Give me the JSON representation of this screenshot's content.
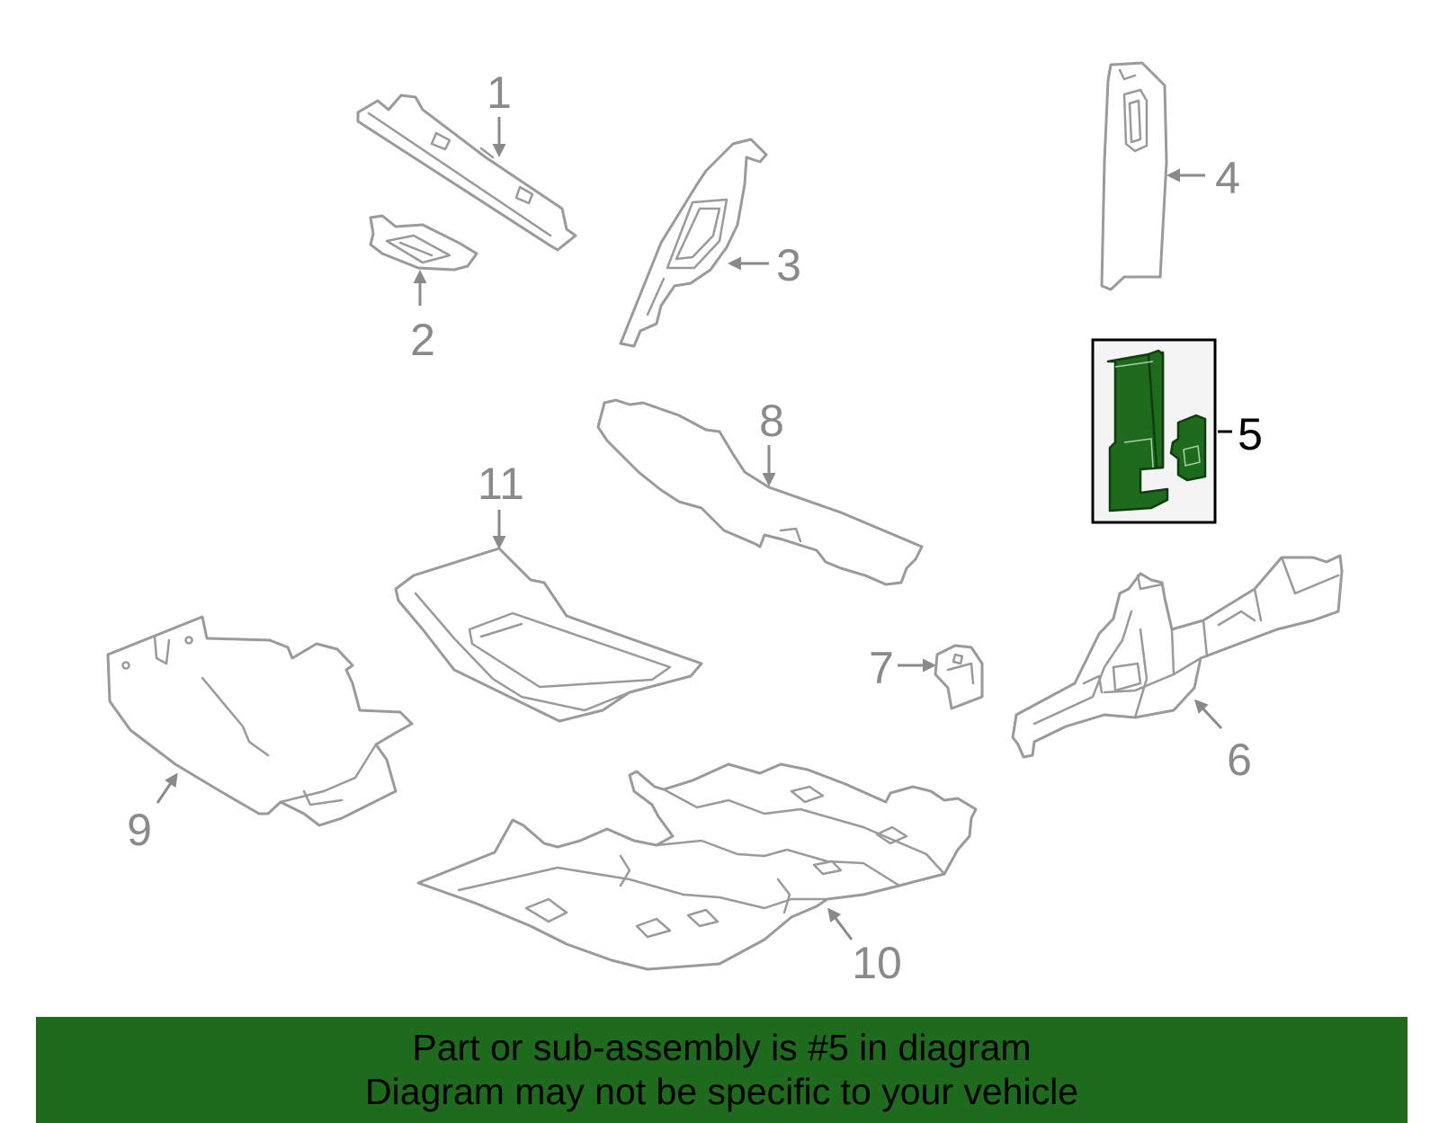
{
  "callouts": [
    {
      "id": "1",
      "label": "1"
    },
    {
      "id": "2",
      "label": "2"
    },
    {
      "id": "3",
      "label": "3"
    },
    {
      "id": "4",
      "label": "4"
    },
    {
      "id": "5",
      "label": "5",
      "highlighted": true
    },
    {
      "id": "6",
      "label": "6"
    },
    {
      "id": "7",
      "label": "7"
    },
    {
      "id": "8",
      "label": "8"
    },
    {
      "id": "9",
      "label": "9"
    },
    {
      "id": "10",
      "label": "10"
    },
    {
      "id": "11",
      "label": "11"
    }
  ],
  "banner": {
    "line1": "Part or sub-assembly is #5 in diagram",
    "line2": "Diagram may not be specific to your vehicle",
    "background_color": "#1e6b1e"
  },
  "colors": {
    "part_outline": "#9a9a9a",
    "highlight_fill": "#1e6b1e"
  }
}
